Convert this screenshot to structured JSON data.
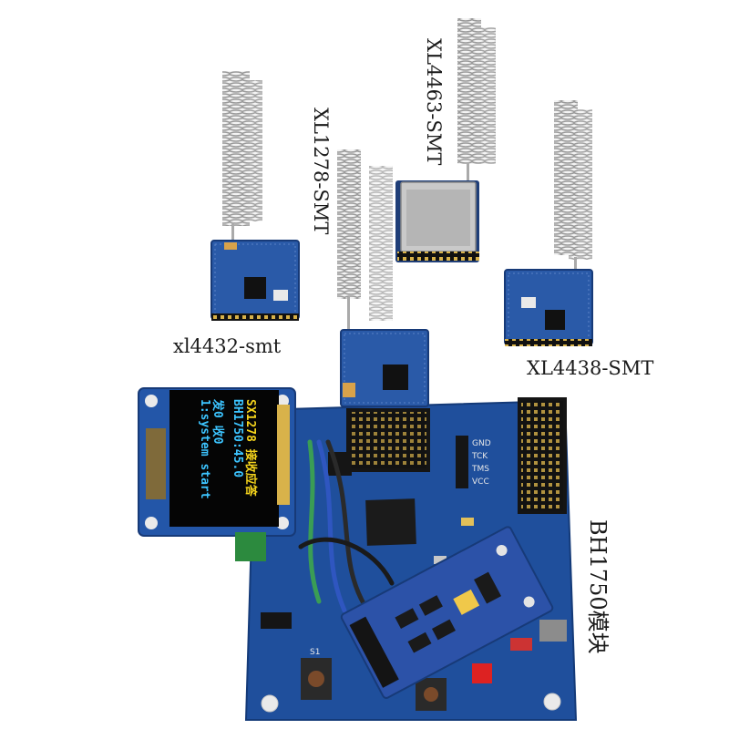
{
  "labels": {
    "sx1278": "XL1278-SMT",
    "xl4463": "XL4463-SMT",
    "xl4432": "xl4432-smt",
    "xl4438": "XL4438-SMT",
    "bh1750": "BH1750模块"
  },
  "oled": {
    "line1": "SX1278 接收应答",
    "line2": "BH1750:45.0",
    "line3": "发0 收0",
    "line4": "1:system start"
  },
  "board": {
    "header_labels": [
      "GND",
      "TCK",
      "TMS",
      "VCC"
    ],
    "switch_label": "S1"
  },
  "colors": {
    "pcb_blue": "#1f4f9c",
    "module_blue": "#2a5aa8",
    "metal": "#c9c9c9",
    "oled_yellow": "#f4d31c",
    "oled_cyan": "#3cc4ff"
  }
}
